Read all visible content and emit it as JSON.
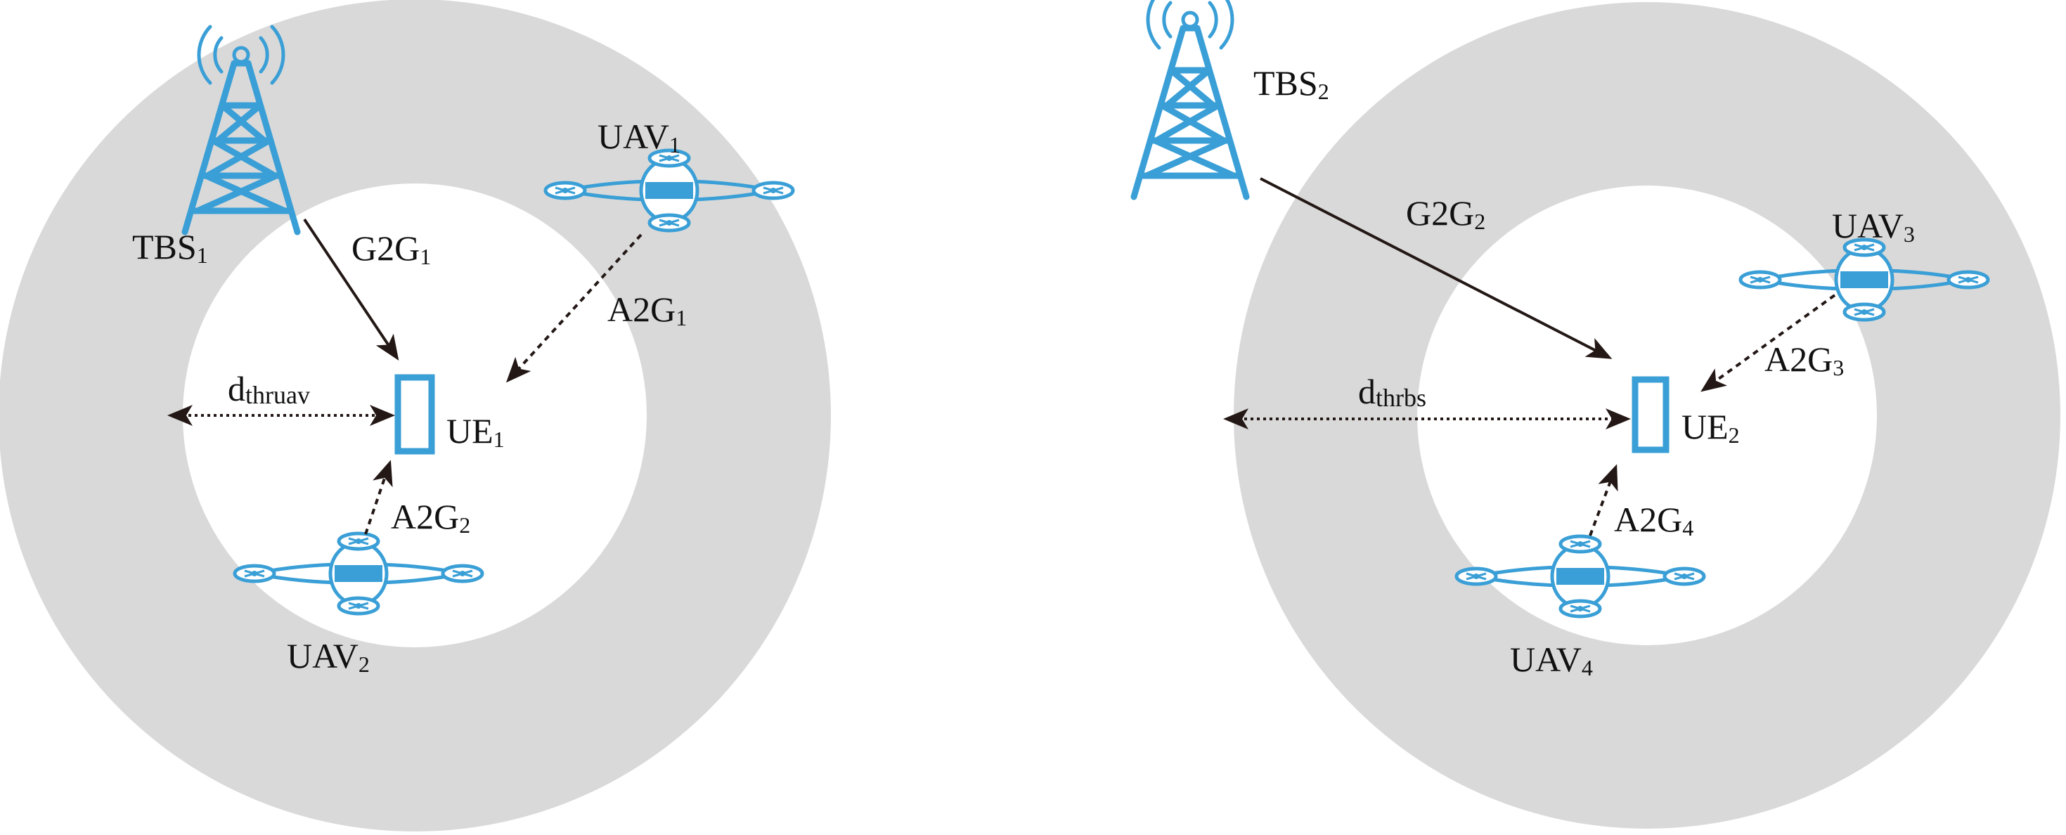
{
  "colors": {
    "ring": "#d9d9d9",
    "inner": "#ffffff",
    "device": "#3a9fd6",
    "arrow": "#231815"
  },
  "icons": [
    "tower-icon",
    "drone-icon",
    "ue-device-icon",
    "arrow"
  ],
  "left": {
    "tower": {
      "base": "TBS",
      "sub": "1"
    },
    "uav_top": {
      "base": "UAV",
      "sub": "1"
    },
    "uav_bottom": {
      "base": "UAV",
      "sub": "2"
    },
    "ue": {
      "base": "UE",
      "sub": "1"
    },
    "link_g2g": {
      "base": "G2G",
      "sub": "1"
    },
    "link_a2g_top": {
      "base": "A2G",
      "sub": "1"
    },
    "link_a2g_bottom": {
      "base": "A2G",
      "sub": "2"
    },
    "distance": {
      "base": "d",
      "sub": "thruav"
    }
  },
  "right": {
    "tower": {
      "base": "TBS",
      "sub": "2"
    },
    "uav_top": {
      "base": "UAV",
      "sub": "3"
    },
    "uav_bottom": {
      "base": "UAV",
      "sub": "4"
    },
    "ue": {
      "base": "UE",
      "sub": "2"
    },
    "link_g2g": {
      "base": "G2G",
      "sub": "2"
    },
    "link_a2g_top": {
      "base": "A2G",
      "sub": "3"
    },
    "link_a2g_bottom": {
      "base": "A2G",
      "sub": "4"
    },
    "distance": {
      "base": "d",
      "sub": "thrbs"
    }
  }
}
